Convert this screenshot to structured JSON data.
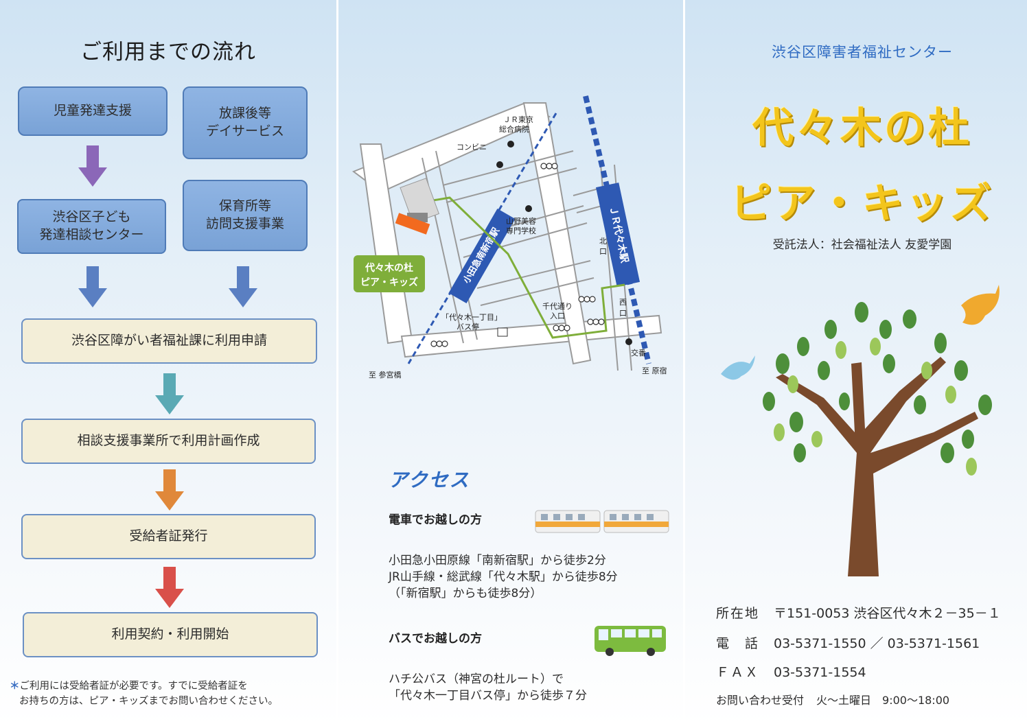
{
  "flow": {
    "title": "ご利用までの流れ",
    "box_child_dev": "児童発達支援",
    "box_afterschool_1": "放課後等",
    "box_afterschool_2": "デイサービス",
    "box_consult_1": "渋谷区子ども",
    "box_consult_2": "発達相談センター",
    "box_nursery_1": "保育所等",
    "box_nursery_2": "訪問支援事業",
    "step_apply": "渋谷区障がい者福祉課に利用申請",
    "step_plan": "相談支援事業所で利用計画作成",
    "step_cert": "受給者証発行",
    "step_contract": "利用契約・利用開始",
    "note_asterisk": "＊",
    "note_line1": "ご利用には受給者証が必要です。すでに受給者証を",
    "note_line2": "お持ちの方は、ピア・キッズまでお問い合わせください。"
  },
  "map": {
    "hospital": [
      "ＪＲ東京",
      "総合病院"
    ],
    "convenience": "コンビニ",
    "beauty_school": [
      "山野美容",
      "専門学校"
    ],
    "odakyu_line": "小田急南新宿駅",
    "jr_station": "ＪＲ代々木駅",
    "north_exit": [
      "北",
      "口"
    ],
    "west_exit": [
      "西",
      "口"
    ],
    "facility_label": [
      "代々木の杜",
      "ピア・キッズ"
    ],
    "chiyoda_entrance": [
      "千代通り",
      "入口"
    ],
    "bus_stop": [
      "「代々木一丁目」",
      "バス停"
    ],
    "police_box": "交番",
    "to_sangubashi": "至 参宮橋",
    "to_harajuku": "至 原宿"
  },
  "access": {
    "title": "アクセス",
    "train_heading": "電車でお越しの方",
    "train_line1": "小田急小田原線「南新宿駅」から徒歩2分",
    "train_line2": "JR山手線・総武線「代々木駅」から徒歩8分",
    "train_line3": "（「新宿駅」からも徒歩8分）",
    "bus_heading": "バスでお越しの方",
    "bus_line1": "ハチ公バス（神宮の杜ルート）で",
    "bus_line2": "「代々木一丁目バス停」から徒歩７分"
  },
  "cover": {
    "center_name": "渋谷区障害者福祉センター",
    "title_line1": "代々木の杜",
    "title_line2": "ピア・キッズ",
    "trustee": "受託法人：社会福祉法人 友愛学園"
  },
  "contact": {
    "address_label": "所在地",
    "address_value": "〒151-0053 渋谷区代々木２－35－１",
    "phone_label": "電　話",
    "phone_value": "03-5371-1550 ／ 03-5371-1561",
    "fax_label": "ＦＡＸ",
    "fax_value": "03-5371-1554",
    "hours_label": "お問い合わせ受付",
    "hours_value": "火～土曜日　9:00～18:00"
  },
  "colors": {
    "flow_blue_box": "#8fb4e3",
    "flow_beige_box": "#f3eed8",
    "arrow_purple": "#8b67b8",
    "arrow_blue": "#5a7fc2",
    "arrow_teal": "#5aa9b4",
    "arrow_orange": "#e0883a",
    "arrow_red": "#d9504a",
    "title_yellow": "#f3c51c",
    "accent_blue": "#2f6bc2",
    "route_green": "#7fae3a",
    "rail_blue": "#2e59b3",
    "facility_orange": "#f26a1f"
  }
}
